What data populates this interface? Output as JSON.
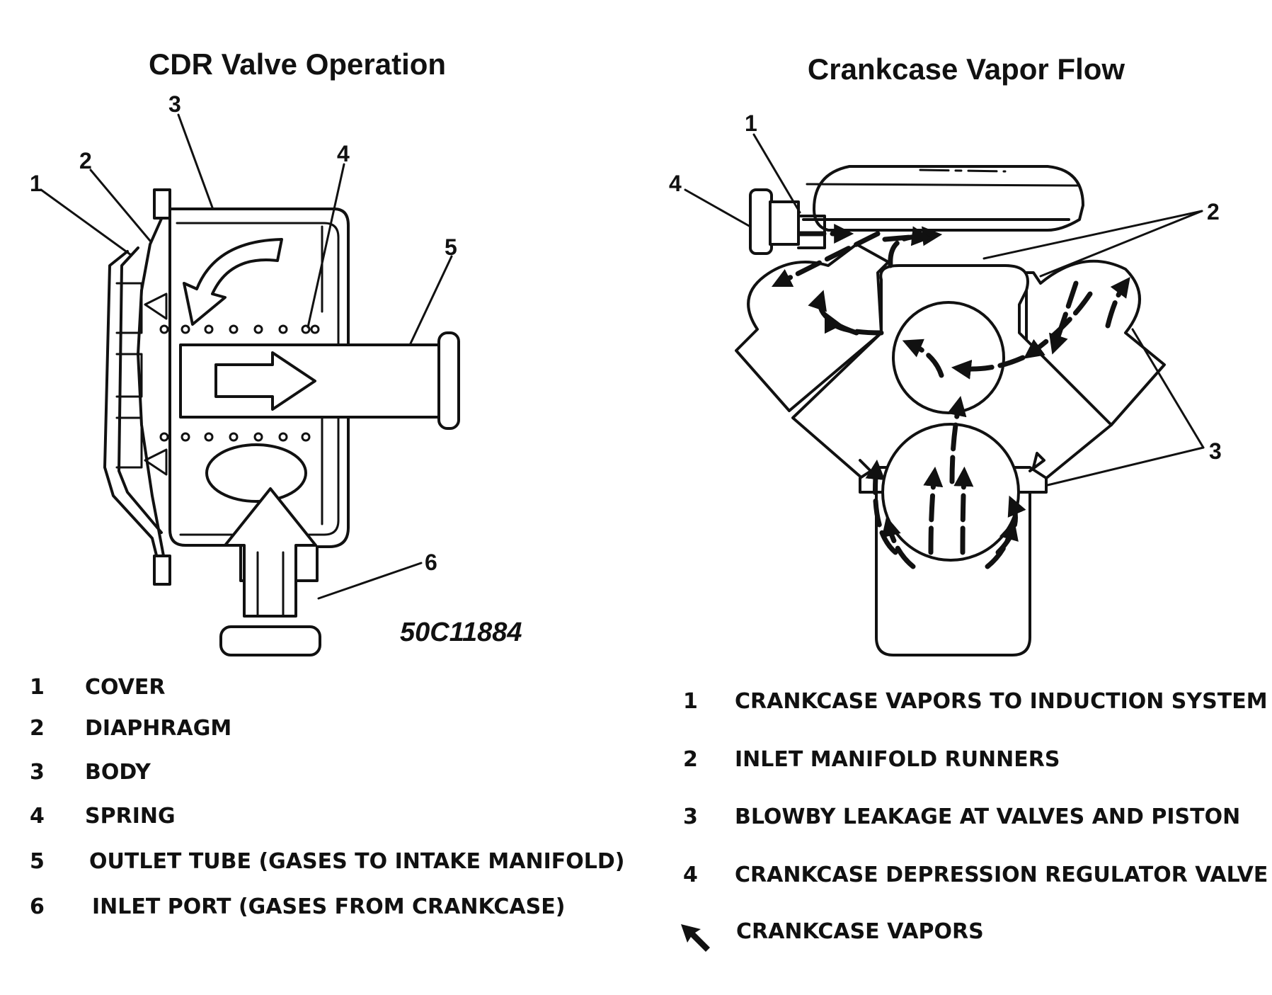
{
  "left_panel": {
    "title": "CDR Valve Operation",
    "figure_code": "50C11884",
    "callouts": [
      "1",
      "2",
      "3",
      "4",
      "5",
      "6"
    ],
    "legend": [
      {
        "num": "1",
        "text": "COVER"
      },
      {
        "num": "2",
        "text": "DIAPHRAGM"
      },
      {
        "num": "3",
        "text": "BODY"
      },
      {
        "num": "4",
        "text": "SPRING"
      },
      {
        "num": "5",
        "text": "OUTLET TUBE (GASES TO INTAKE MANIFOLD)"
      },
      {
        "num": "6",
        "text": "INLET PORT (GASES FROM CRANKCASE)"
      }
    ]
  },
  "right_panel": {
    "title": "Crankcase Vapor Flow",
    "callouts": [
      "1",
      "2",
      "3",
      "4"
    ],
    "legend": [
      {
        "num": "1",
        "text": "CRANKCASE VAPORS TO INDUCTION SYSTEM"
      },
      {
        "num": "2",
        "text": "INLET MANIFOLD RUNNERS"
      },
      {
        "num": "3",
        "text": "BLOWBY LEAKAGE AT VALVES AND PISTON"
      },
      {
        "num": "4",
        "text": "CRANKCASE DEPRESSION REGULATOR VALVE"
      }
    ],
    "arrow_legend_text": "CRANKCASE VAPORS",
    "arrow_icon": "flow-arrow-icon"
  }
}
